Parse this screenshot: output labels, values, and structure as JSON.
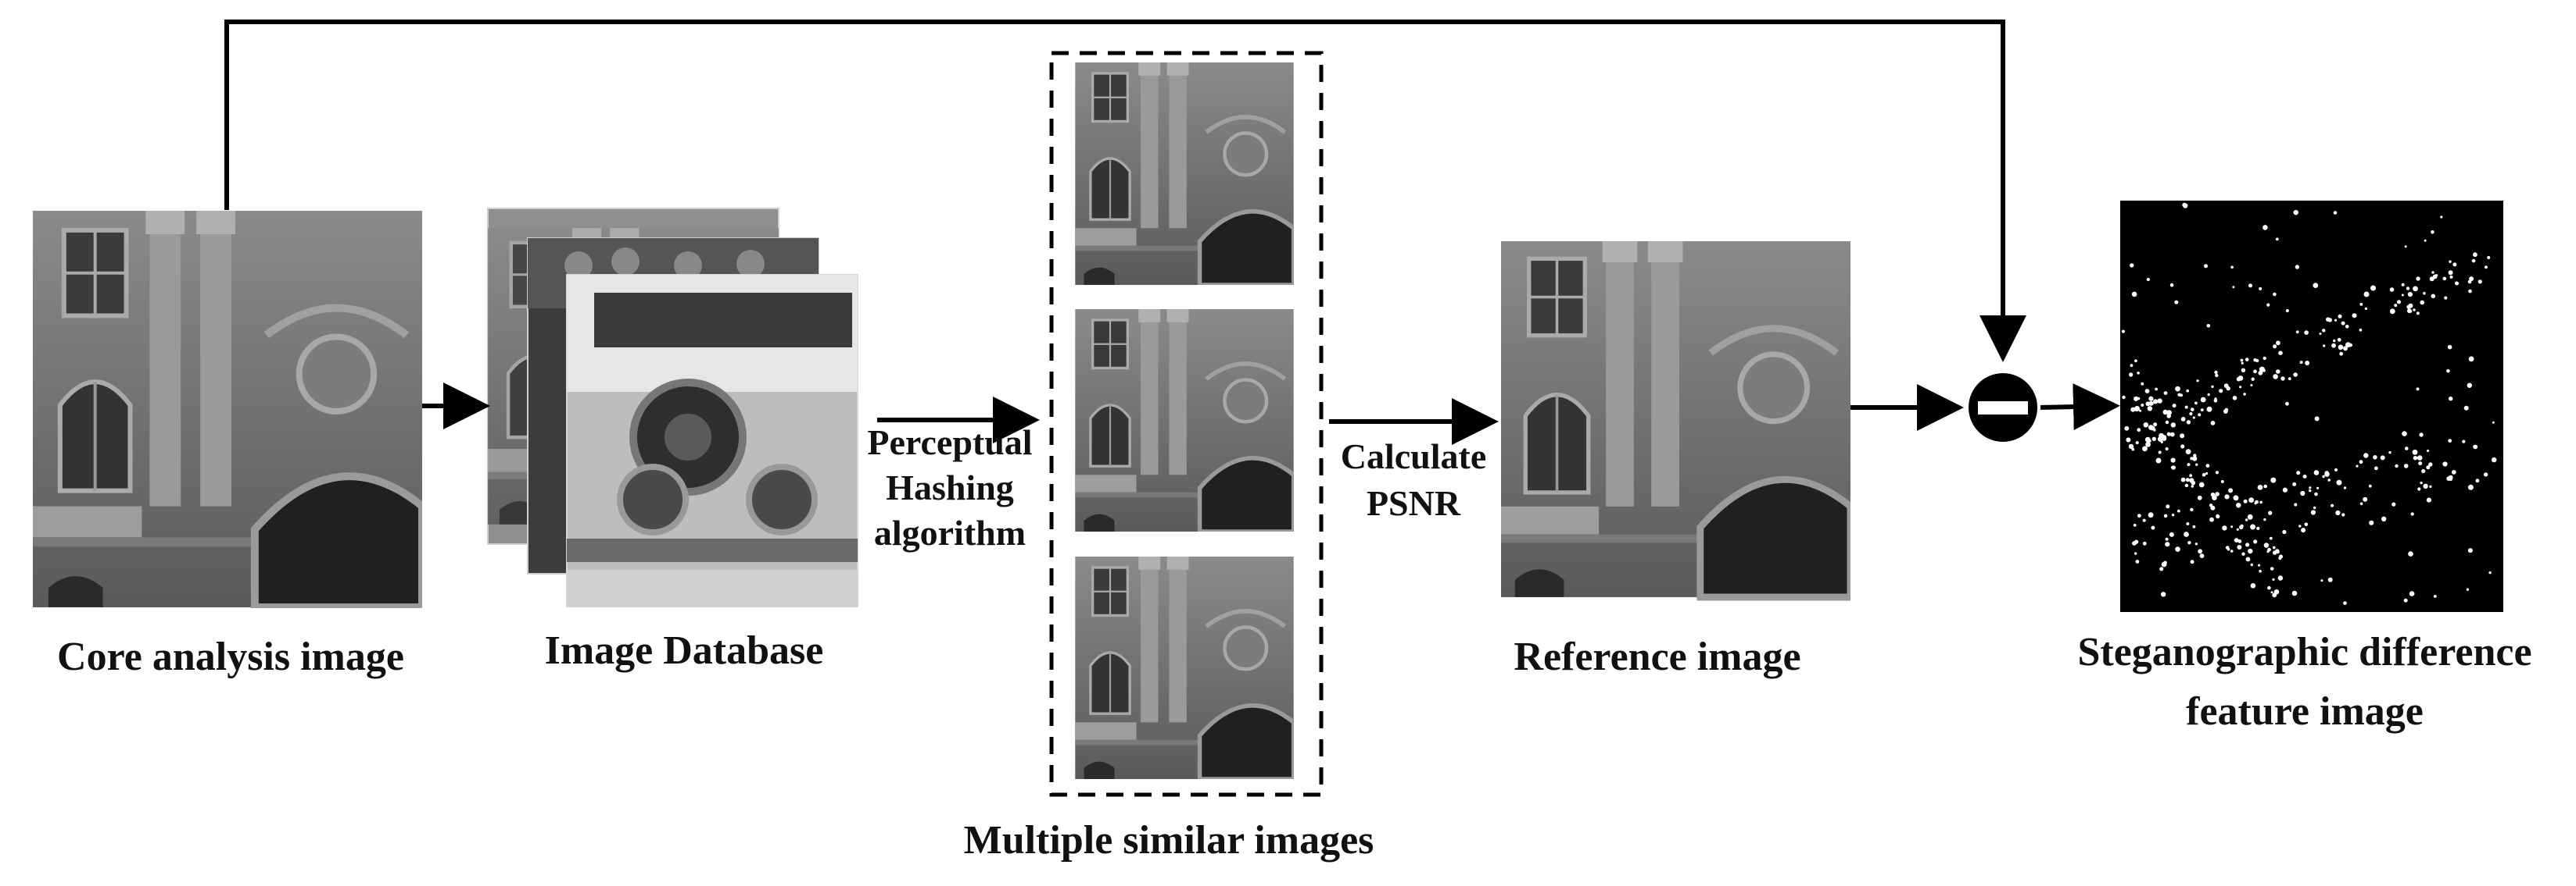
{
  "labels": {
    "core": "Core analysis image",
    "database": "Image Database",
    "hash_line1": "Perceptual",
    "hash_line2": "Hashing",
    "hash_line3": "algorithm",
    "psnr_line1": "Calculate",
    "psnr_line2": "PSNR",
    "similar": "Multiple similar images",
    "reference": "Reference image",
    "diff_line1": "Steganographic difference",
    "diff_line2": "feature image"
  },
  "operator": {
    "symbol": "minus",
    "icon": "minus-circle-icon"
  },
  "colors": {
    "ink": "#111111",
    "dark": "#000000",
    "photo_gray": "#6e6e6e"
  }
}
